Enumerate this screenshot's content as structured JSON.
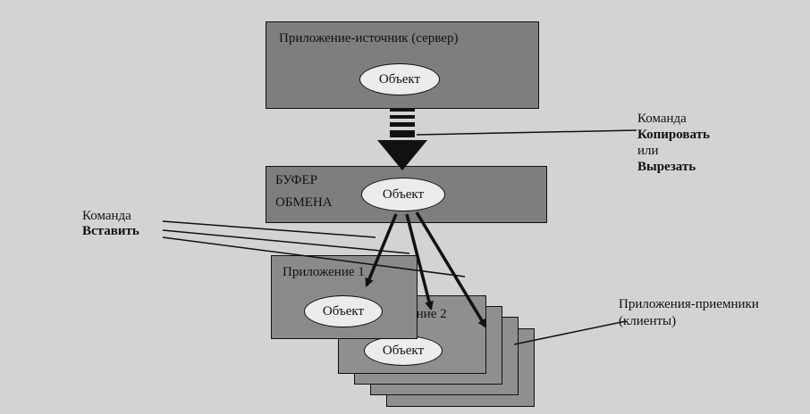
{
  "server": {
    "title": "Приложение-источник (сервер)",
    "object": "Объект"
  },
  "copy_command": {
    "line1": "Команда",
    "line2": "Копировать",
    "line3": "или",
    "line4": "Вырезать"
  },
  "clipboard": {
    "line1": "БУФЕР",
    "line2": "ОБМЕНА",
    "object": "Объект"
  },
  "paste_command": {
    "line1": "Команда",
    "line2": "Вставить"
  },
  "app1": {
    "title": "Приложение 1",
    "object": "Объект"
  },
  "app2": {
    "title_partial": "ение 2",
    "object": "Объект"
  },
  "clients": {
    "line1": "Приложения-приемники",
    "line2": "(клиенты)"
  },
  "colors": {
    "box_dark": "#7e7e7e",
    "ellipse": "#ececec",
    "background": "#d3d3d3",
    "line": "#111111"
  }
}
